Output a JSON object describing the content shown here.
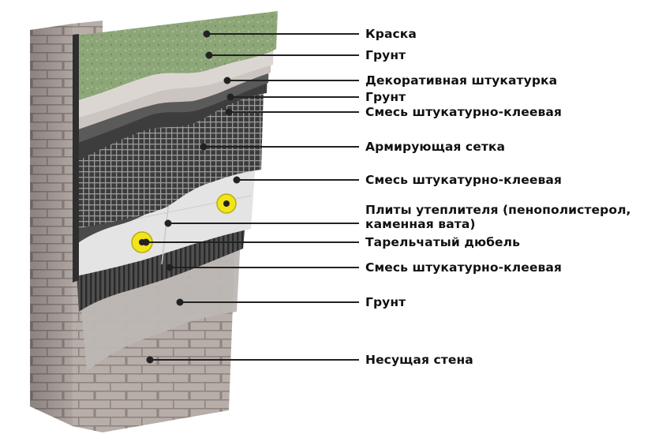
{
  "diagram": {
    "layers": [
      {
        "id": "paint",
        "label": "Краска"
      },
      {
        "id": "primer-top",
        "label": "Грунт"
      },
      {
        "id": "decorative-plaster",
        "label": "Декоративная штукатурка"
      },
      {
        "id": "primer-2",
        "label": "Грунт"
      },
      {
        "id": "adhesive-mix-1",
        "label": "Смесь штукатурно-клеевая"
      },
      {
        "id": "reinforcing-mesh",
        "label": "Армирующая сетка"
      },
      {
        "id": "adhesive-mix-2",
        "label": "Смесь штукатурно-клеевая"
      },
      {
        "id": "insulation-boards",
        "label": "Плиты утеплителя (пенополистерол,",
        "label_line2": "каменная вата)"
      },
      {
        "id": "disc-dowel",
        "label": "Тарельчатый дюбель"
      },
      {
        "id": "adhesive-mix-3",
        "label": "Смесь штукатурно-клеевая"
      },
      {
        "id": "primer-base",
        "label": "Грунт"
      },
      {
        "id": "load-bearing-wall",
        "label": "Несущая стена"
      }
    ],
    "colors": {
      "brick": "#b9afaa",
      "mortar": "#8a817c",
      "paint": "#8fa87a",
      "plaster": "#c9c2bf",
      "adhesive": "#4a4a4a",
      "mesh": "#5d5d5d",
      "insulation": "#e6e6e6",
      "dowel": "#f0e41c",
      "leader": "#222222"
    }
  }
}
